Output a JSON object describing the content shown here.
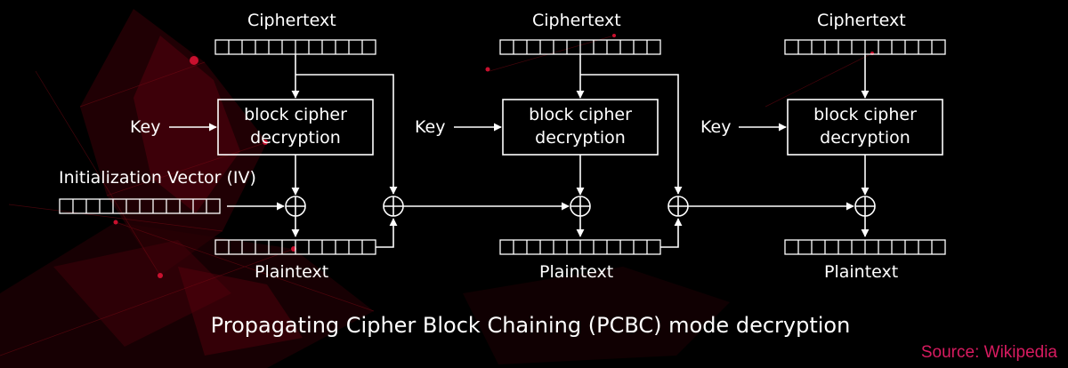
{
  "title": "Propagating Cipher Block Chaining (PCBC) mode decryption",
  "source": "Source: Wikipedia",
  "iv_label": "Initialization Vector (IV)",
  "stages": [
    {
      "ciphertext": "Ciphertext",
      "key": "Key",
      "box_line1": "block cipher",
      "box_line2": "decryption",
      "plaintext": "Plaintext"
    },
    {
      "ciphertext": "Ciphertext",
      "key": "Key",
      "box_line1": "block cipher",
      "box_line2": "decryption",
      "plaintext": "Plaintext"
    },
    {
      "ciphertext": "Ciphertext",
      "key": "Key",
      "box_line1": "block cipher",
      "box_line2": "decryption",
      "plaintext": "Plaintext"
    }
  ],
  "xor_symbol": "⊕",
  "colors": {
    "background": "#000000",
    "lines": "#ffffff",
    "source": "#d81b60",
    "accent_red": "#b00016"
  }
}
